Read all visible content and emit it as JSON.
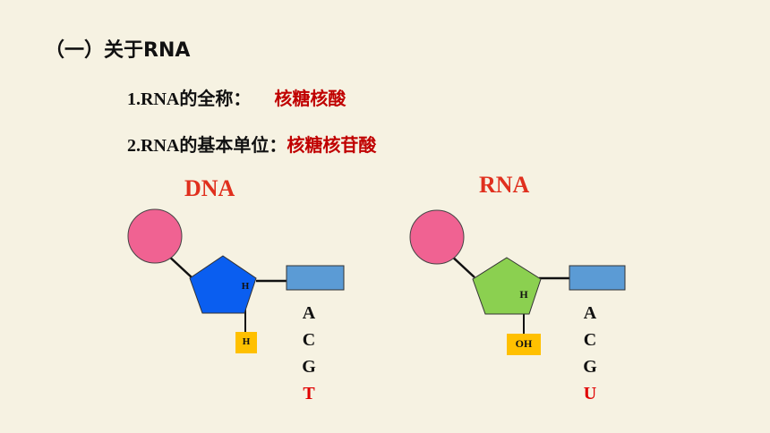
{
  "heading": "（一）关于RNA",
  "item1": {
    "label": "1.RNA的全称：",
    "answer": "核糖核酸"
  },
  "item2": {
    "label": "2.RNA的基本单位：",
    "answer": "核糖核苷酸"
  },
  "dna": {
    "title": "DNA",
    "inner_label": "H",
    "group_label": "H",
    "bases": [
      "A",
      "C",
      "G",
      "T"
    ]
  },
  "rna": {
    "title": "RNA",
    "inner_label": "H",
    "group_label": "OH",
    "bases": [
      "A",
      "C",
      "G",
      "U"
    ]
  },
  "colors": {
    "background": "#f6f2e2",
    "phosphate": "#f06292",
    "deoxyribose": "#0a5ef0",
    "ribose": "#8bd050",
    "base": "#5b9bd5",
    "label_box": "#ffc000",
    "answer_red": "#c00000",
    "title_red": "#e0301e"
  }
}
